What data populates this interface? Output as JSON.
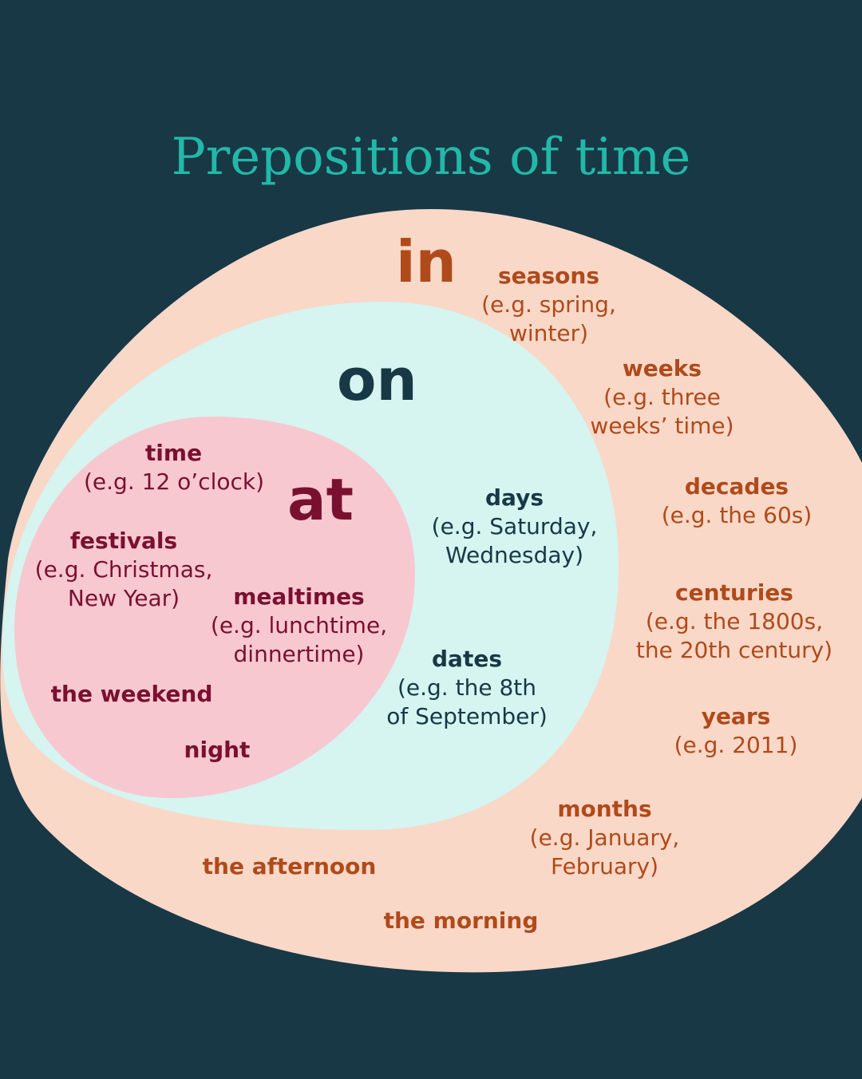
{
  "title": "Prepositions of time",
  "colors": {
    "background": "#183846",
    "title": "#22b8a8",
    "in_region": "#f9d8c8",
    "on_region": "#d6f4f0",
    "at_region": "#f8c8d0",
    "in_text": "#b04a1a",
    "on_text": "#183846",
    "at_text": "#7a1030"
  },
  "regions": {
    "in": {
      "word": "in",
      "items": [
        {
          "heading": "seasons",
          "example": [
            "(e.g. spring,",
            "winter)"
          ]
        },
        {
          "heading": "weeks",
          "example": [
            "(e.g. three",
            "weeks’ time)"
          ]
        },
        {
          "heading": "decades",
          "example": [
            "(e.g. the 60s)"
          ]
        },
        {
          "heading": "centuries",
          "example": [
            "(e.g. the 1800s,",
            "the 20th century)"
          ]
        },
        {
          "heading": "years",
          "example": [
            "(e.g. 2011)"
          ]
        },
        {
          "heading": "months",
          "example": [
            "(e.g. January,",
            "February)"
          ]
        },
        {
          "heading": "the afternoon",
          "example": []
        },
        {
          "heading": "the morning",
          "example": []
        }
      ]
    },
    "on": {
      "word": "on",
      "items": [
        {
          "heading": "days",
          "example": [
            "(e.g. Saturday,",
            "Wednesday)"
          ]
        },
        {
          "heading": "dates",
          "example": [
            "(e.g. the 8th",
            "of September)"
          ]
        }
      ]
    },
    "at": {
      "word": "at",
      "items": [
        {
          "heading": "time",
          "example": [
            "(e.g. 12 o’clock)"
          ]
        },
        {
          "heading": "festivals",
          "example": [
            "(e.g. Christmas,",
            "New Year)"
          ]
        },
        {
          "heading": "mealtimes",
          "example": [
            "(e.g. lunchtime,",
            "dinnertime)"
          ]
        },
        {
          "heading": "the weekend",
          "example": []
        },
        {
          "heading": "night",
          "example": []
        }
      ]
    }
  }
}
